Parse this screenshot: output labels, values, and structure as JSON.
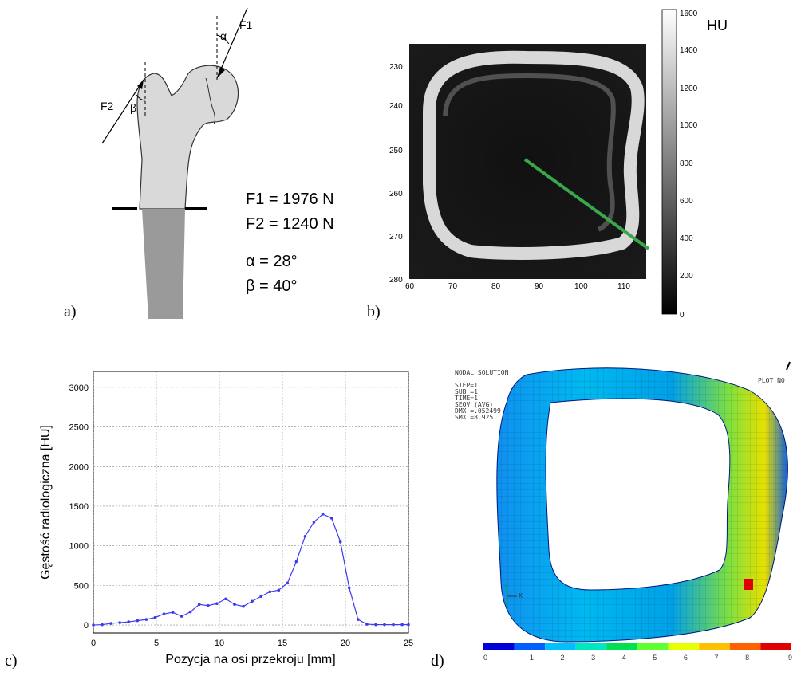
{
  "panels": {
    "a": {
      "label": "a)",
      "forces": {
        "F1": "F1",
        "F2": "F2",
        "alpha": "α",
        "beta": "β"
      },
      "params": [
        "F1 = 1976 N",
        "F2 = 1240 N",
        "α = 28°",
        "β = 40°"
      ]
    },
    "b": {
      "label": "b)",
      "x_ticks": [
        "60",
        "70",
        "80",
        "90",
        "100",
        "110"
      ],
      "y_ticks": [
        "230",
        "240",
        "250",
        "260",
        "270",
        "280"
      ],
      "colorbar_ticks": [
        "1600",
        "1400",
        "1200",
        "1000",
        "800",
        "600",
        "400",
        "200",
        "0"
      ],
      "colorbar_unit": "HU",
      "colors": {
        "profile_line": "#3aa84a"
      }
    },
    "c": {
      "label": "c)"
    },
    "d": {
      "label": "d)",
      "annotation": [
        "NODAL SOLUTION",
        "STEP=1",
        "SUB =1",
        "TIME=1",
        "SEQV     (AVG)",
        "DMX =.052499",
        "SMX =8.925"
      ],
      "plot_no": "PLOT NO",
      "axis_y": "Y",
      "axis_x": "X",
      "scale_ticks": [
        "0",
        "1",
        "2",
        "3",
        "4",
        "5",
        "6",
        "7",
        "8",
        "9"
      ],
      "scale_colors": [
        "#0000d8",
        "#0060ff",
        "#00c0ff",
        "#00e8c0",
        "#00e050",
        "#60ff30",
        "#e8ff00",
        "#ffc000",
        "#ff6000",
        "#e00000"
      ]
    }
  },
  "chart_data": {
    "type": "line",
    "title": "",
    "xlabel": "Pozycja na osi przekroju [mm]",
    "ylabel": "Gęstość radiologiczna [HU]",
    "xlim": [
      0,
      25
    ],
    "ylim": [
      -100,
      3200
    ],
    "x_ticks": [
      "0",
      "5",
      "10",
      "15",
      "20",
      "25"
    ],
    "y_ticks": [
      "0",
      "500",
      "1000",
      "1500",
      "2000",
      "2500",
      "3000"
    ],
    "grid": true,
    "series": [
      {
        "color": "#3b3bf0",
        "x": [
          0,
          0.7,
          1.4,
          2.1,
          2.8,
          3.5,
          4.2,
          4.9,
          5.6,
          6.3,
          7.0,
          7.7,
          8.4,
          9.1,
          9.8,
          10.5,
          11.2,
          11.9,
          12.6,
          13.3,
          14.0,
          14.7,
          15.4,
          16.1,
          16.8,
          17.5,
          18.2,
          18.9,
          19.6,
          20.3,
          21.0,
          21.7,
          22.4,
          23.1,
          23.8,
          24.5,
          25.0
        ],
        "y": [
          0,
          5,
          20,
          30,
          40,
          55,
          70,
          95,
          140,
          160,
          110,
          165,
          260,
          245,
          270,
          330,
          260,
          235,
          300,
          360,
          420,
          440,
          530,
          800,
          1120,
          1300,
          1400,
          1350,
          1050,
          470,
          70,
          10,
          5,
          5,
          5,
          5,
          5
        ]
      }
    ]
  }
}
